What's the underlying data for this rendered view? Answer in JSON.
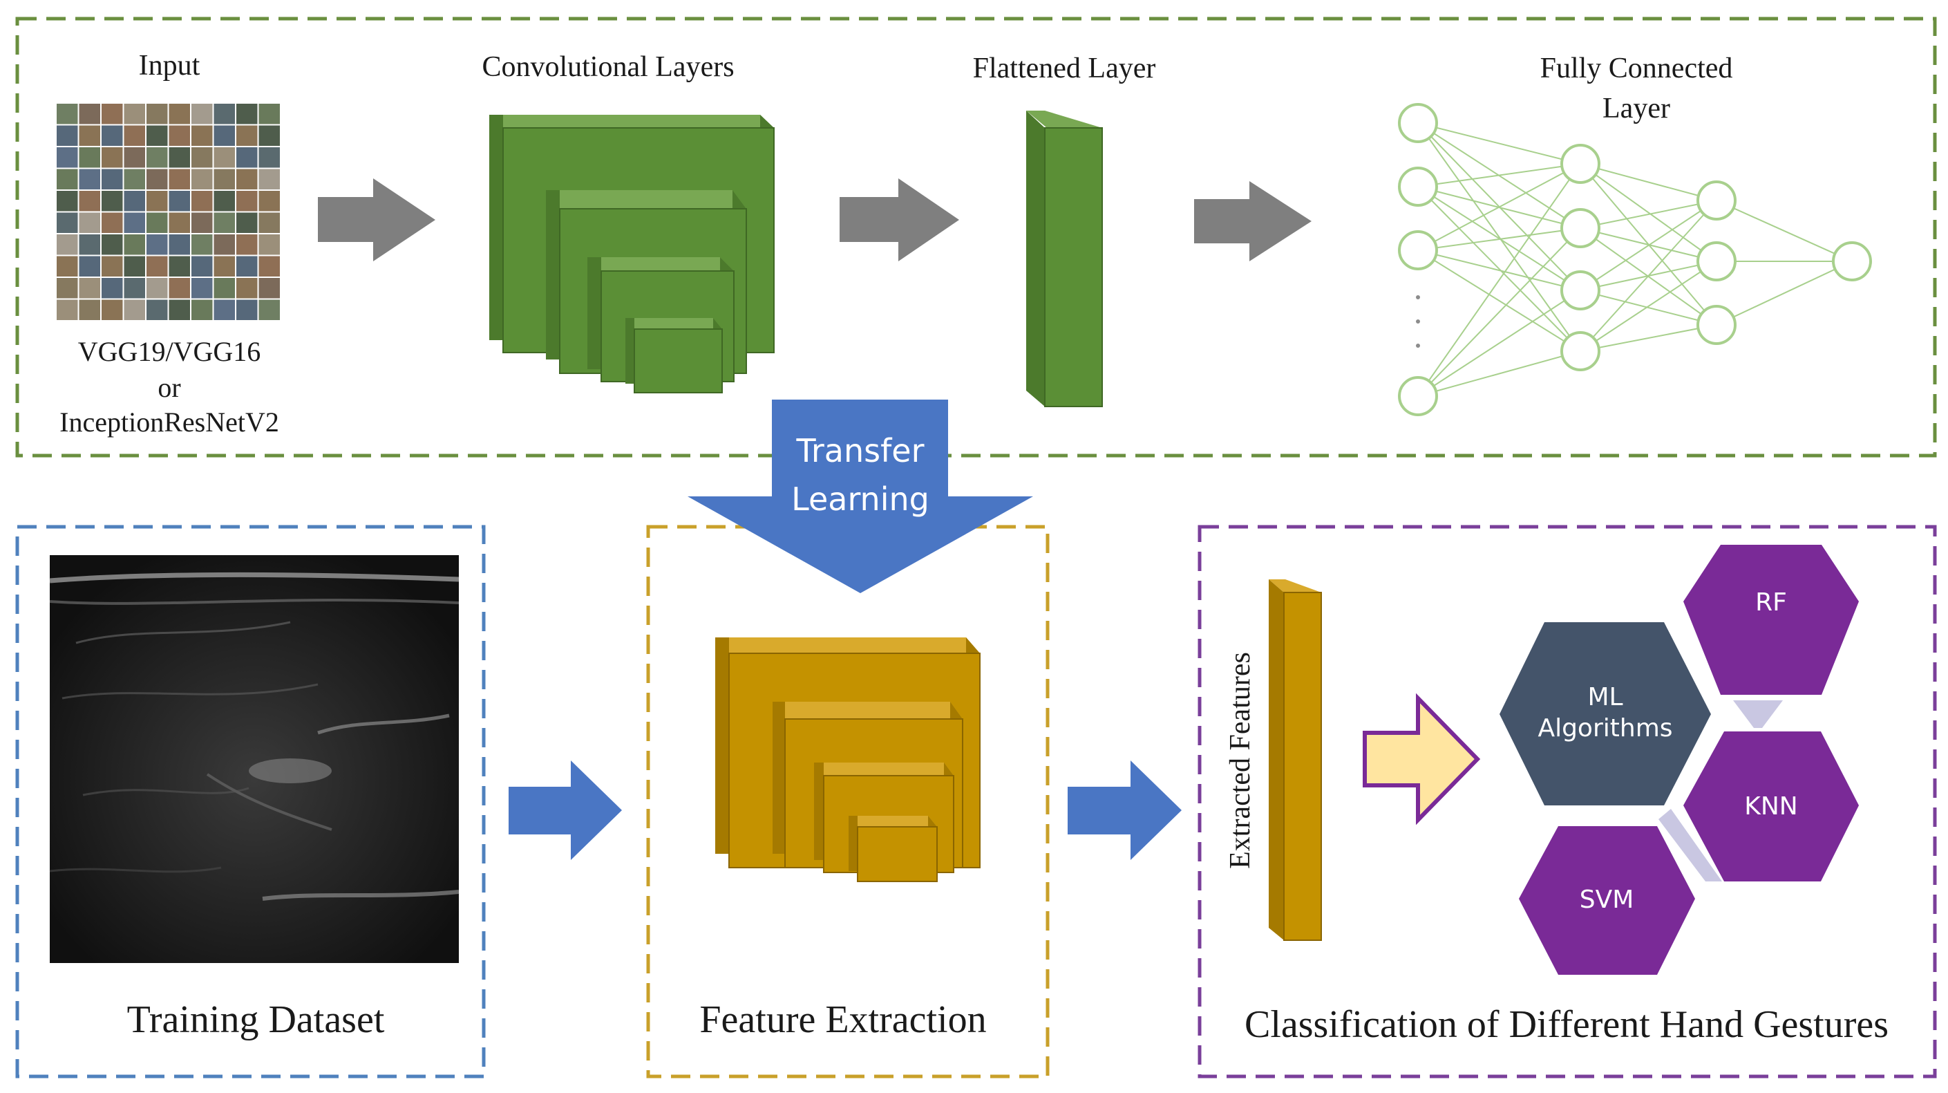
{
  "colors": {
    "green_dark": "#4c7a2c",
    "green_mid": "#5b8f36",
    "green_light": "#79a853",
    "gold_dark": "#a57a00",
    "gold_mid": "#c49200",
    "gold_light": "#d9aa2c",
    "blue_arrow": "#4a76c4",
    "gray_arrow": "#7f7f7f",
    "purple": "#7a2a97",
    "slate": "#44546a",
    "cream_arrow": "#ffe5a0",
    "nn_green": "#a8d08d"
  },
  "top_panel": {
    "input_label": "Input",
    "conv_label": "Convolutional Layers",
    "flatten_label": "Flattened Layer",
    "fc_label_line1": "Fully Connected",
    "fc_label_line2": "Layer",
    "model_line1": "VGG19/VGG16",
    "model_line2": "or",
    "model_line3": "InceptionResNetV2"
  },
  "transfer": {
    "line1": "Transfer",
    "line2": "Learning"
  },
  "bottom_panels": {
    "training_label": "Training Dataset",
    "feature_label": "Feature Extraction",
    "classification_label": "Classification of Different Hand Gestures",
    "extracted_label": "Extracted Features"
  },
  "classifiers": {
    "ml_line1": "ML",
    "ml_line2": "Algorithms",
    "rf": "RF",
    "knn": "KNN",
    "svm": "SVM"
  }
}
